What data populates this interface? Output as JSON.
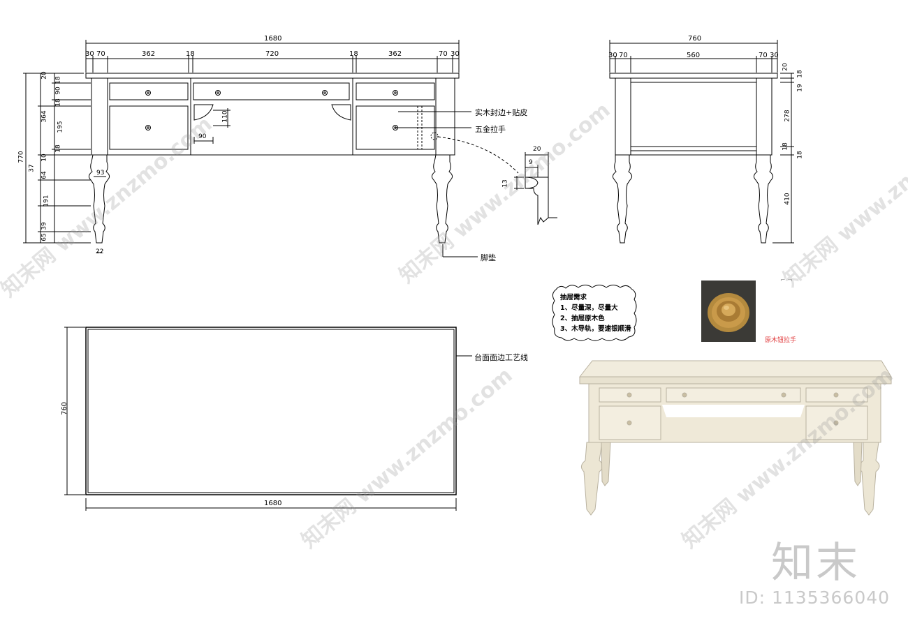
{
  "front": {
    "overall_width": "1680",
    "top_dims": [
      "30",
      "70",
      "362",
      "18",
      "720",
      "18",
      "362",
      "70",
      "30"
    ],
    "left_dims": [
      "20",
      "18",
      "90",
      "18",
      "364",
      "195",
      "18",
      "10",
      "37",
      "64",
      "191",
      "39",
      "65",
      "770"
    ],
    "bracket_dims": [
      "110",
      "90"
    ],
    "leg_dims": [
      "93",
      "22"
    ]
  },
  "side": {
    "overall_width": "760",
    "top_dims": [
      "30",
      "70",
      "560",
      "70",
      "30"
    ],
    "right_dims": [
      "20",
      "18",
      "19",
      "278",
      "18",
      "18",
      "410"
    ]
  },
  "detail": {
    "dims": [
      "20",
      "9",
      "13"
    ]
  },
  "plan": {
    "width": "1680",
    "depth": "760"
  },
  "labels": {
    "edge_band": "实木封边+贴皮",
    "handle": "五金拉手",
    "foot_pad": "脚垫",
    "top_edge_line": "台面面边工艺线",
    "knob_photo_caption": "原木钮拉手"
  },
  "drawer_note": {
    "title": "抽屉需求",
    "items": [
      "1、尽量深，尽量大",
      "2、抽屉原木色",
      "3、木导轨，要速银顺滑"
    ]
  },
  "watermark": {
    "logo": "知末",
    "id": "ID: 1135366040",
    "site": "www.znzmo.com",
    "cn": "知末网"
  }
}
